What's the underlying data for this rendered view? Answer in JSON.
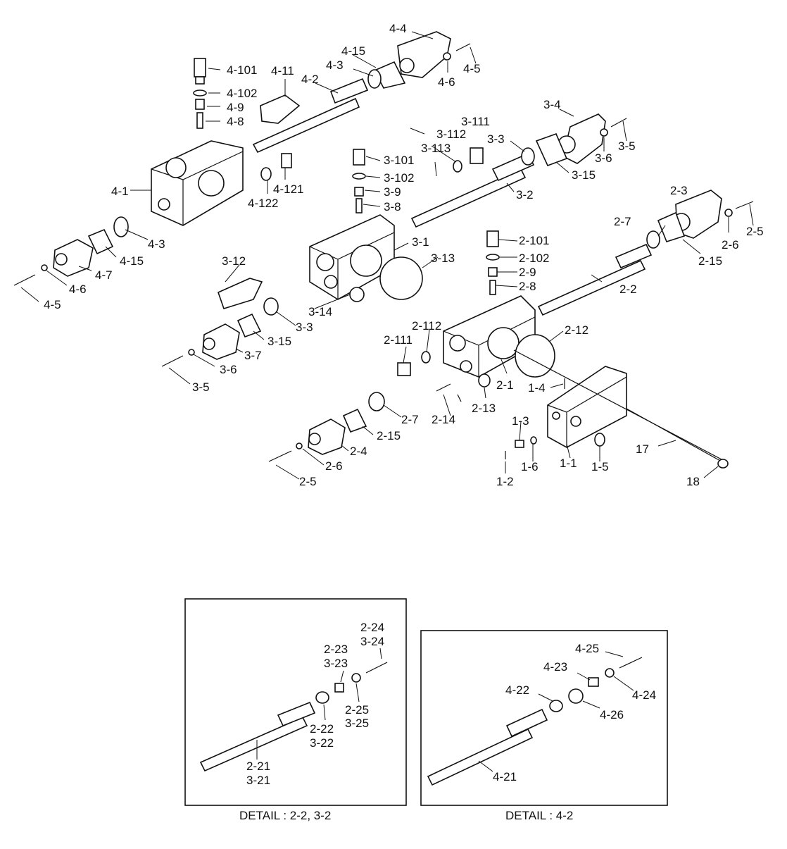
{
  "labels": {
    "l_4_4": "4-4",
    "l_4_15a": "4-15",
    "l_4_3a": "4-3",
    "l_4_6a": "4-6",
    "l_4_5a": "4-5",
    "l_4_101": "4-101",
    "l_4_102": "4-102",
    "l_4_9": "4-9",
    "l_4_8": "4-8",
    "l_4_11": "4-11",
    "l_4_2": "4-2",
    "l_4_1": "4-1",
    "l_4_121": "4-121",
    "l_4_122": "4-122",
    "l_4_3b": "4-3",
    "l_4_15b": "4-15",
    "l_4_7": "4-7",
    "l_4_6b": "4-6",
    "l_4_5b": "4-5",
    "l_3_111": "3-111",
    "l_3_112": "3-112",
    "l_3_113": "3-113",
    "l_3_101": "3-101",
    "l_3_102": "3-102",
    "l_3_9": "3-9",
    "l_3_8": "3-8",
    "l_3_4": "3-4",
    "l_3_3a": "3-3",
    "l_3_6a": "3-6",
    "l_3_5a": "3-5",
    "l_3_15a": "3-15",
    "l_3_2": "3-2",
    "l_3_1": "3-1",
    "l_3_13": "3-13",
    "l_3_12": "3-12",
    "l_3_14": "3-14",
    "l_3_3b": "3-3",
    "l_3_15b": "3-15",
    "l_3_7": "3-7",
    "l_3_6b": "3-6",
    "l_3_5b": "3-5",
    "l_2_3": "2-3",
    "l_2_7a": "2-7",
    "l_2_5a": "2-5",
    "l_2_6a": "2-6",
    "l_2_15a": "2-15",
    "l_2_101": "2-101",
    "l_2_102": "2-102",
    "l_2_9": "2-9",
    "l_2_8": "2-8",
    "l_2_2": "2-2",
    "l_2_112": "2-112",
    "l_2_111": "2-111",
    "l_2_12": "2-12",
    "l_2_1": "2-1",
    "l_2_13": "2-13",
    "l_2_14": "2-14",
    "l_2_7b": "2-7",
    "l_2_15b": "2-15",
    "l_2_4": "2-4",
    "l_2_6b": "2-6",
    "l_2_5b": "2-5",
    "l_1_4": "1-4",
    "l_1_3": "1-3",
    "l_1_6": "1-6",
    "l_1_1": "1-1",
    "l_1_5": "1-5",
    "l_1_2": "1-2",
    "l_17": "17",
    "l_18": "18"
  },
  "detail_left": {
    "caption": "DETAIL : 2-2, 3-2",
    "labels": {
      "d_2_24": "2-24",
      "d_3_24": "3-24",
      "d_2_23": "2-23",
      "d_3_23": "3-23",
      "d_2_25": "2-25",
      "d_3_25": "3-25",
      "d_2_22": "2-22",
      "d_3_22": "3-22",
      "d_2_21": "2-21",
      "d_3_21": "3-21"
    }
  },
  "detail_right": {
    "caption": "DETAIL : 4-2",
    "labels": {
      "e_4_25": "4-25",
      "e_4_23": "4-23",
      "e_4_24": "4-24",
      "e_4_22": "4-22",
      "e_4_26": "4-26",
      "e_4_21": "4-21"
    }
  }
}
